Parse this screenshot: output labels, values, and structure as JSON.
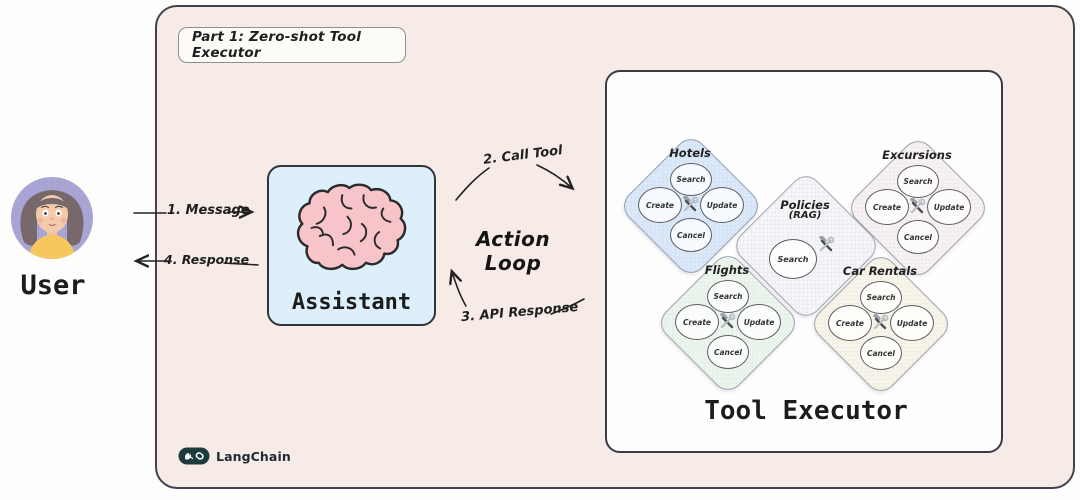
{
  "title": {
    "label": "Part 1: Zero-shot Tool Executor"
  },
  "user": {
    "label": "User"
  },
  "assistant": {
    "label": "Assistant"
  },
  "flow": {
    "message_label": "1. Message",
    "response_label": "4. Response",
    "call_tool_label": "2. Call Tool",
    "api_response_label": "3. API Response",
    "action_loop_label": "Action Loop"
  },
  "tool_executor": {
    "label": "Tool Executor",
    "services": [
      {
        "name": "Hotels",
        "color": "#dbe9f9",
        "ops": [
          "Search",
          "Create",
          "Update",
          "Cancel"
        ]
      },
      {
        "name": "Excursions",
        "color": "#f8f2f1",
        "ops": [
          "Search",
          "Create",
          "Update",
          "Cancel"
        ]
      },
      {
        "name": "Policies",
        "subtitle": "(RAG)",
        "color": "#f6f5f7",
        "ops": [
          "Search"
        ]
      },
      {
        "name": "Flights",
        "color": "#edf6ed",
        "ops": [
          "Search",
          "Create",
          "Update",
          "Cancel"
        ]
      },
      {
        "name": "Car Rentals",
        "color": "#f9f5e9",
        "ops": [
          "Search",
          "Create",
          "Update",
          "Cancel"
        ]
      }
    ]
  },
  "footer": {
    "brand": "LangChain",
    "brand_pill_color": "#1d3b3b"
  },
  "colors": {
    "canvas_bg": "#f7ebe8",
    "assistant_bg": "#ddeffa",
    "executor_bg": "#fefefe",
    "outline": "#43414e",
    "avatar_bg": "#a8a4d4",
    "brain_fill": "#f7c5c9"
  },
  "icons": {
    "brain": "brain-icon",
    "tools": "hammer-wrench-icon",
    "avatar": "user-avatar",
    "brand": "langchain-logo"
  }
}
